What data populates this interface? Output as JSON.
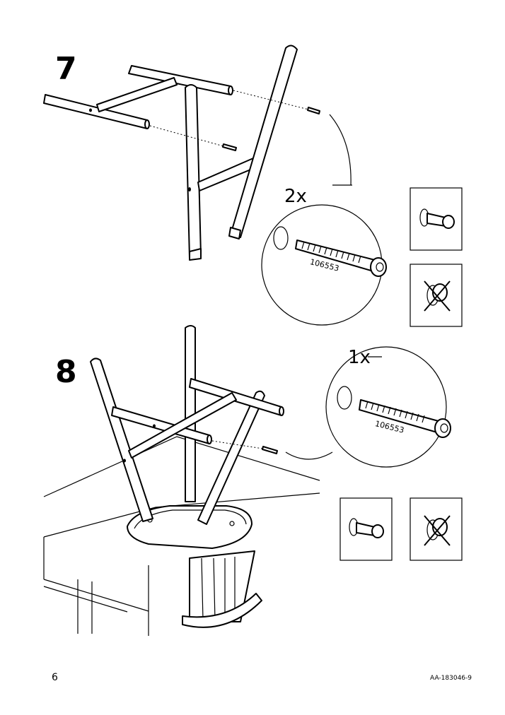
{
  "page": {
    "number": "6",
    "doc_code": "AA-183046-9"
  },
  "steps": [
    {
      "number": "7",
      "quantity": "2x",
      "part_number": "106553"
    },
    {
      "number": "8",
      "quantity": "1x",
      "part_number": "106553"
    }
  ],
  "icons": {
    "screw": "screw-icon",
    "correct_fit": "screw-head-countersunk-icon",
    "wrong_fit": "crossed-out-screw-icon"
  }
}
